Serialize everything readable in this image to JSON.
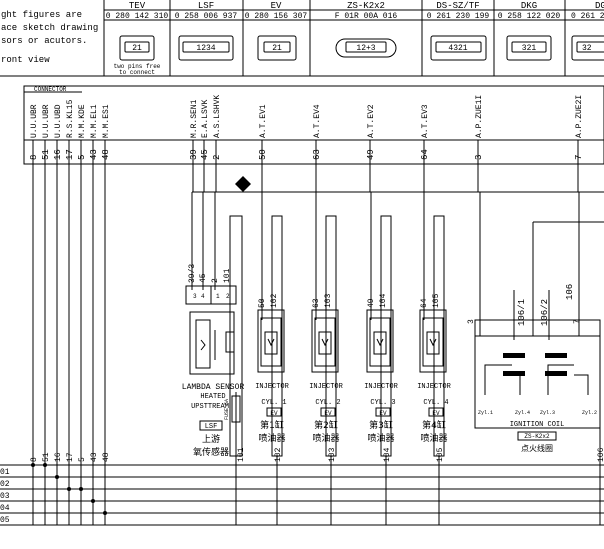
{
  "legend": {
    "lines": [
      "ght figures are",
      "ace sketch drawing",
      "sors or acutors.",
      "ront view"
    ],
    "note_line1": "two pins free",
    "note_line2": "to connect"
  },
  "header": {
    "components": [
      {
        "name": "TEV",
        "part": "0 280 142 310",
        "pins": "21"
      },
      {
        "name": "LSF",
        "part": "0 258 006 937",
        "pins": "1234"
      },
      {
        "name": "EV",
        "part": "0 280 156 307",
        "pins": "21"
      },
      {
        "name": "ZS-K2x2",
        "part": "F 01R 00A 016",
        "pins": "12+3"
      },
      {
        "name": "DS-SZ/TF",
        "part": "0 261 230 199",
        "pins": "4321"
      },
      {
        "name": "DKG",
        "part": "0 258 122 020",
        "pins": "321"
      },
      {
        "name": "DG",
        "part": "0 261 2",
        "pins": "32"
      }
    ]
  },
  "connector": {
    "title": "CONNECTOR",
    "signals": [
      "U.U.UBR",
      "U.U.UBR",
      "U.U.UBD",
      "R.S.KL15",
      "M.M.KDE",
      "M.M.EL1",
      "M.M.ES1",
      "M.R.SEN1",
      "E.A.LSVK",
      "A.S.LSHVK",
      "A.T.EV1",
      "A.T.EV4",
      "A.T.EV2",
      "A.T.EV3",
      "A.P.ZUE1I",
      "A.P.ZUE2I"
    ],
    "pins": [
      "8",
      "51",
      "16",
      "17",
      "5",
      "43",
      "48",
      "39",
      "45",
      "2",
      "50",
      "63",
      "49",
      "64",
      "3",
      "7"
    ]
  },
  "lambda": {
    "pin_labels": [
      "39/3",
      "45",
      "2",
      "101"
    ],
    "block_labels": [
      "3",
      "4",
      "1",
      "2"
    ],
    "title": "LAMBDA SENSOR",
    "sub1": "HEATED",
    "sub2": "UPSTTREAM",
    "code": "LSF",
    "cn1": "上游",
    "cn2": "氧传感器",
    "fuse": "FUSE 5A",
    "bottom_pin": "101"
  },
  "injectors": [
    {
      "title": "INJECTOR",
      "pins": [
        "50",
        "102"
      ],
      "cyl": "CYL. 1",
      "code": "EV",
      "cn1": "第1缸",
      "cn2": "喷油器",
      "bottom_pin": "102"
    },
    {
      "title": "INJECTOR",
      "pins": [
        "63",
        "103"
      ],
      "cyl": "CYL. 2",
      "code": "EV",
      "cn1": "第2缸",
      "cn2": "喷油器",
      "bottom_pin": "103"
    },
    {
      "title": "INJECTOR",
      "pins": [
        "49",
        "104"
      ],
      "cyl": "CYL. 3",
      "code": "EV",
      "cn1": "第3缸",
      "cn2": "喷油器",
      "bottom_pin": "104"
    },
    {
      "title": "INJECTOR",
      "pins": [
        "64",
        "105"
      ],
      "cyl": "CYL. 4",
      "code": "EV",
      "cn1": "第4缸",
      "cn2": "喷油器",
      "bottom_pin": "105"
    }
  ],
  "ignition": {
    "title": "IGNITION COIL",
    "code": "ZS-K2x2",
    "cn": "点火线圈",
    "pin_left": "3",
    "pin_right": "7",
    "mid_left": "106/1",
    "mid_right": "106/2",
    "top_pin": "106",
    "bottom_pin": "106",
    "sub_labels": [
      "Zyl.1",
      "Zyl.4",
      "Zyl.3",
      "Zyl.2"
    ]
  },
  "bus": {
    "labels": [
      "01",
      "02",
      "03",
      "04",
      "05"
    ],
    "pins_left": [
      "8",
      "51",
      "16",
      "17",
      "5",
      "43",
      "48"
    ]
  }
}
